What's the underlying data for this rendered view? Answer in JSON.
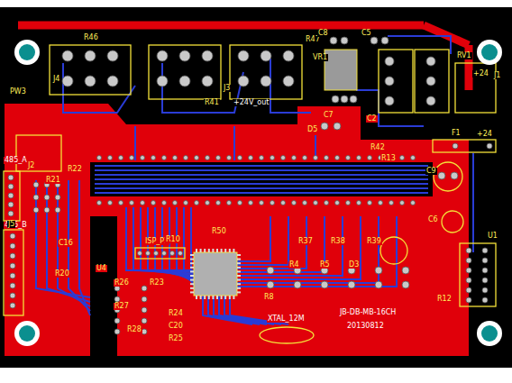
{
  "diagram": {
    "labels": [
      "R46",
      "R47",
      "PW3",
      "J4",
      "J3",
      "C8",
      "C5",
      "VR1",
      "RV1",
      "+24",
      "J1",
      "C7",
      "C2",
      "D5",
      "R41",
      "+24V_out",
      "F1",
      "+24",
      "R42",
      "R13",
      "C9",
      "C6",
      "J2",
      "485_A",
      "485_B",
      "R22",
      "R21",
      "J5",
      "C16",
      "R20",
      "U4",
      "ISP_P1",
      "R26",
      "R27",
      "R23",
      "R28",
      "R24",
      "C20",
      "R25",
      "R10",
      "R50",
      "R37",
      "R38",
      "R39",
      "R8",
      "R4",
      "R5",
      "D3",
      "R12",
      "U1",
      "XTAL_12M",
      "JB-DB-MB-16CH",
      "20130812"
    ]
  }
}
